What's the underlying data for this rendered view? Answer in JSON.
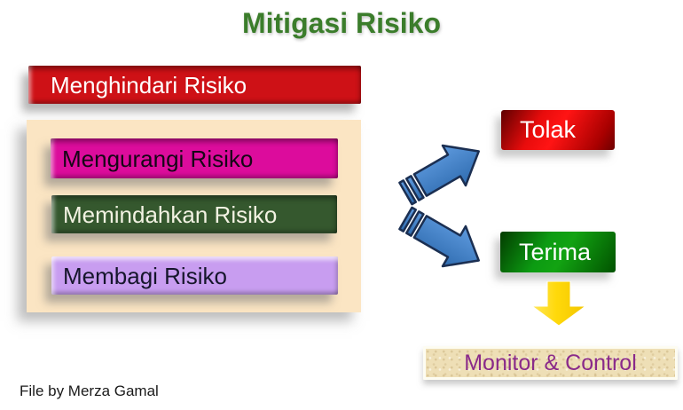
{
  "slide": {
    "title": "Mitigasi Risiko",
    "footer_credit": "File by Merza Gamal",
    "background_color": "#ffffff",
    "title_color": "#3b7d2b"
  },
  "mitigation": {
    "avoid": {
      "label": "Menghindari Risiko",
      "color": "#ce1116",
      "text_color": "#ffffff"
    },
    "group_box_color": "#fbe5c3",
    "grouped": [
      {
        "label": "Mengurangi Risiko",
        "color": "#dc0c9c",
        "text_color": "#160616"
      },
      {
        "label": "Memindahkan Risiko",
        "color": "#35582e",
        "text_color": "#f2f2e2"
      },
      {
        "label": "Membagi Risiko",
        "color": "#c89df0",
        "text_color": "#16162c"
      }
    ]
  },
  "decision": {
    "reject": {
      "label": "Tolak",
      "color_bright": "#ff1414",
      "color_dark": "#6d0000",
      "text_color": "#ffffff"
    },
    "accept": {
      "label": "Terima",
      "color_bright": "#12a312",
      "color_dark": "#015200",
      "text_color": "#ffffff"
    },
    "monitor": {
      "label": "Monitor & Control",
      "color": "#eedfb6",
      "text_color": "#8a2a8a"
    }
  },
  "icons": {
    "striped_arrow_up_right": {
      "name": "striped-arrow-up-right",
      "fill_light": "#5e9ade",
      "fill_dark": "#2f6cb0",
      "stroke": "#1b2f52"
    },
    "striped_arrow_down_right": {
      "name": "striped-arrow-down-right",
      "fill_light": "#5e9ade",
      "fill_dark": "#2f6cb0",
      "stroke": "#1b2f52"
    },
    "yellow_down_arrow": {
      "name": "yellow-down-arrow",
      "fill_light": "#ffe65c",
      "fill_dark": "#f8cf00"
    }
  }
}
